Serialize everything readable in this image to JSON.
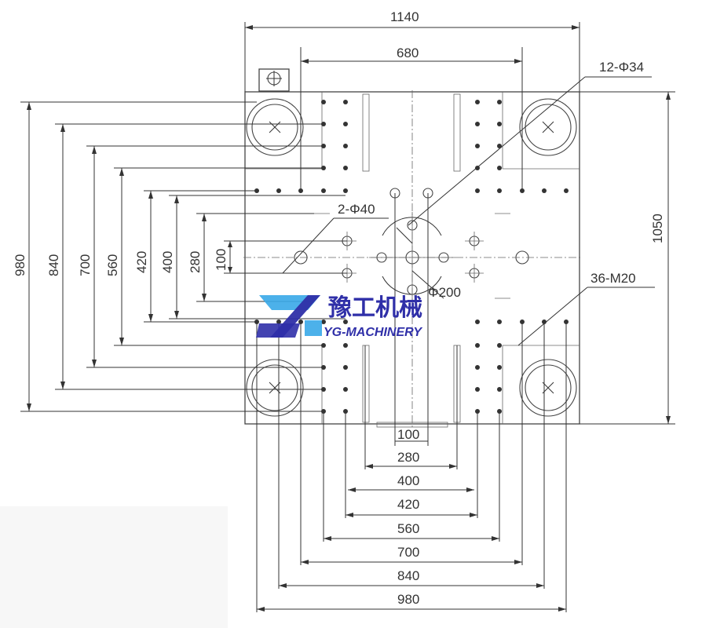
{
  "drawing": {
    "top_width": "1140",
    "tiebar_span_top": "680",
    "tiebar_hole_label": "12-Φ34",
    "locating_hole_label": "2-Φ40",
    "center_ring_label": "Φ200",
    "screw_holes_label": "36-M20",
    "right_height": "1050",
    "left_dims": [
      "980",
      "840",
      "700",
      "560",
      "420",
      "400",
      "280",
      "100"
    ],
    "bottom_dims": [
      "100",
      "280",
      "400",
      "420",
      "560",
      "700",
      "840",
      "980"
    ]
  },
  "logo": {
    "cn": "豫工机械",
    "en": "YG-MACHINERY",
    "colors": {
      "blue": "#2f2fa8",
      "light_blue": "#38a9e8"
    }
  }
}
